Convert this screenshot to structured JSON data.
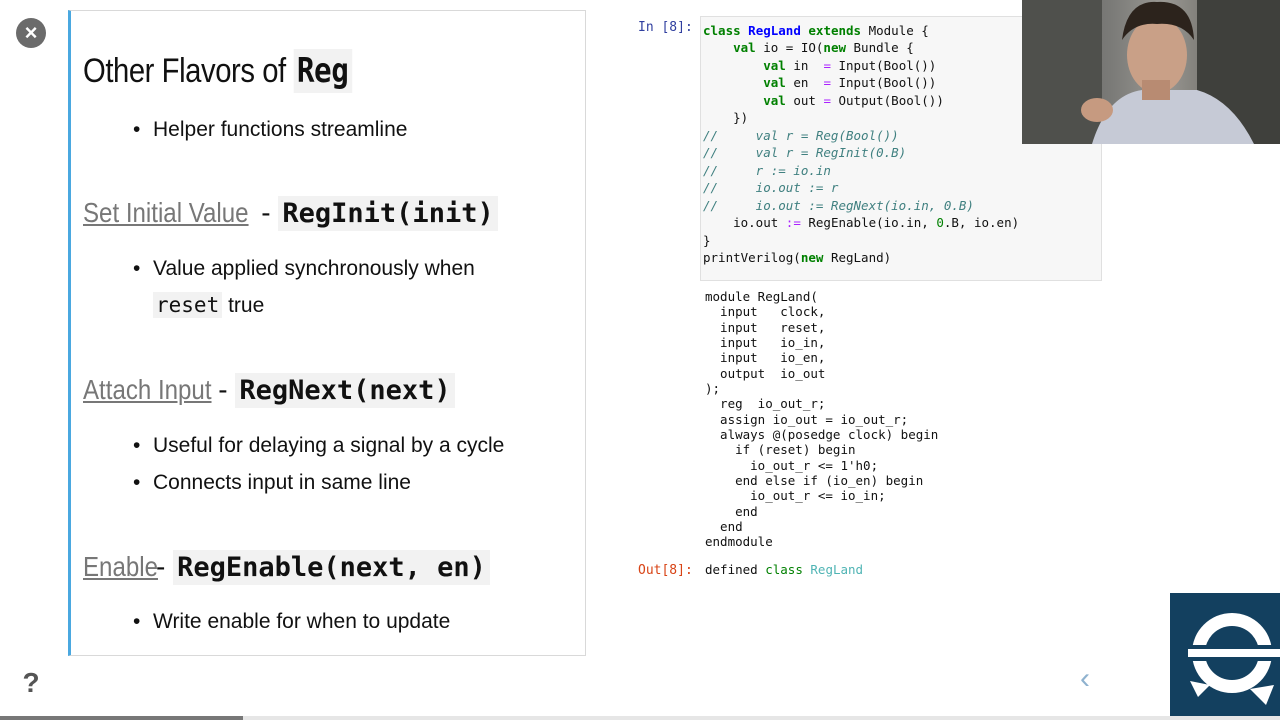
{
  "slide": {
    "title_text": "Other Flavors of",
    "title_code": "Reg",
    "intro_bullet": "Helper functions streamline",
    "sections": [
      {
        "link": "Set Initial Value",
        "dash": "-",
        "code": "RegInit(init)",
        "bullets": [
          "Value applied synchronously when",
          "reset",
          "true"
        ]
      },
      {
        "link": "Attach Input",
        "dash": "-",
        "code": "RegNext(next)",
        "bullets": [
          "Useful for delaying a signal by a cycle",
          "Connects input in same line"
        ]
      },
      {
        "link": "Enable",
        "dash": "-",
        "code": "RegEnable(next, en)",
        "bullets": [
          "Write enable for when to update"
        ]
      }
    ]
  },
  "notebook": {
    "in_prompt": "In [8]:",
    "out_prompt": "Out[8]:",
    "code_lines": [
      "class RegLand extends Module {",
      "    val io = IO(new Bundle {",
      "        val in  = Input(Bool())",
      "        val en  = Input(Bool())",
      "        val out = Output(Bool())",
      "    })",
      "//     val r = Reg(Bool())",
      "//     val r = RegInit(0.B)",
      "//     r := io.in",
      "//     io.out := r",
      "//     io.out := RegNext(io.in, 0.B)",
      "    io.out := RegEnable(io.in, 0.B, io.en)",
      "}",
      "printVerilog(new RegLand)"
    ],
    "output_lines": [
      "module RegLand(",
      "  input   clock,",
      "  input   reset,",
      "  input   io_in,",
      "  input   io_en,",
      "  output  io_out",
      ");",
      "  reg  io_out_r;",
      "  assign io_out = io_out_r;",
      "  always @(posedge clock) begin",
      "    if (reset) begin",
      "      io_out_r <= 1'h0;",
      "    end else if (io_en) begin",
      "      io_out_r <= io_in;",
      "    end",
      "  end",
      "endmodule"
    ],
    "result_prefix": "defined",
    "result_kw": "class",
    "result_name": "RegLand"
  },
  "controls": {
    "close_glyph": "×",
    "help_glyph": "?",
    "back_glyph": "‹"
  },
  "progress_fraction": 0.19,
  "colors": {
    "accent": "#4aa8e0",
    "logo_bg": "#13405f"
  }
}
